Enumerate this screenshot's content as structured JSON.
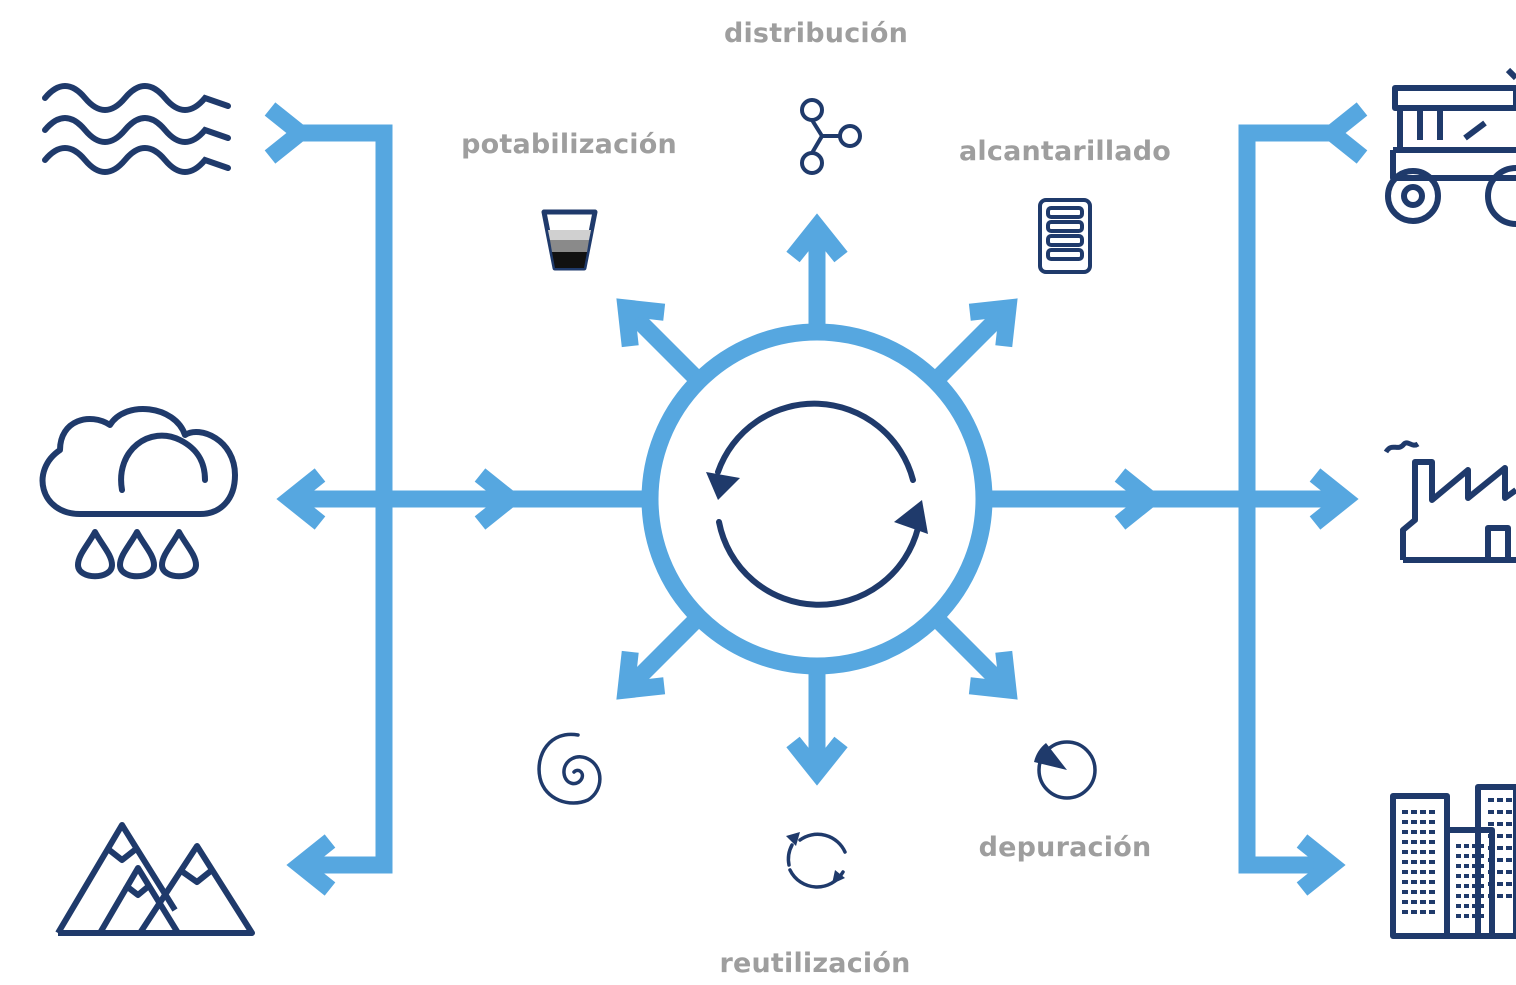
{
  "labels": {
    "distribucion": "distribución",
    "potabilizacion": "potabilización",
    "alcantarillado": "alcantarillado",
    "depuracion": "depuración",
    "reutilizacion": "reutilización"
  },
  "colors": {
    "arrow": "#56a7e0",
    "icon": "#1f3a6b",
    "label": "#9e9e9e"
  },
  "icons": {
    "left": [
      "waves-icon",
      "rain-cloud-icon",
      "mountains-icon"
    ],
    "right": [
      "tractor-icon",
      "factory-icon",
      "buildings-icon"
    ],
    "center": "cycle-icon",
    "stages": [
      "glass-icon",
      "network-icon",
      "sewer-grate-icon",
      "spiral-icon",
      "refresh-icon",
      "pie-icon"
    ]
  }
}
